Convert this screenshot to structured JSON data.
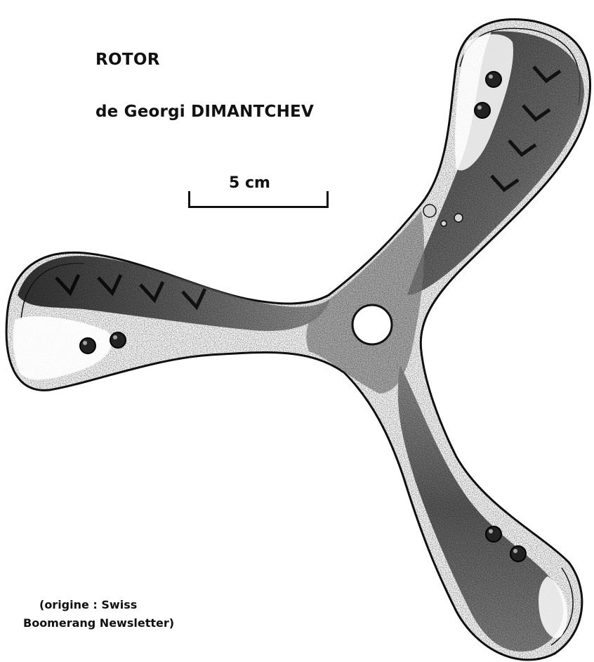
{
  "title": "ROTOR",
  "subtitle": "de Georgi DIMANTCHEV",
  "scale": {
    "label": "5 cm"
  },
  "credit": {
    "line1": "(origine : Swiss",
    "line2": "Boomerang Newsletter)"
  },
  "colors": {
    "ink": "#111111",
    "paper": "#ffffff",
    "mid": "#6a6a6a"
  }
}
